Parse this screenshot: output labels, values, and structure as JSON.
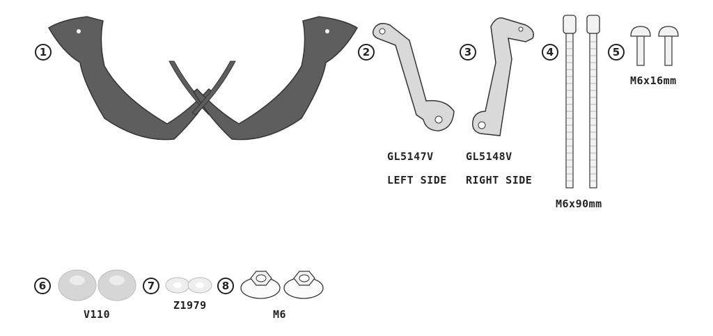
{
  "parts": [
    {
      "number": "1",
      "name": "handguard-pair"
    },
    {
      "number": "2",
      "code": "GL5147V",
      "side": "LEFT SIDE"
    },
    {
      "number": "3",
      "code": "GL5148V",
      "side": "RIGHT SIDE"
    },
    {
      "number": "4",
      "size": "M6x90mm"
    },
    {
      "number": "5",
      "size": "M6x16mm"
    },
    {
      "number": "6",
      "code": "V110"
    },
    {
      "number": "7",
      "code": "Z1979"
    },
    {
      "number": "8",
      "code": "M6"
    }
  ],
  "colors": {
    "handguard": "#5e5e5e",
    "bracket": "#d9d9d9",
    "outline": "#333333",
    "spacer": "#d6d6d6",
    "washer": "#eeeeee"
  }
}
